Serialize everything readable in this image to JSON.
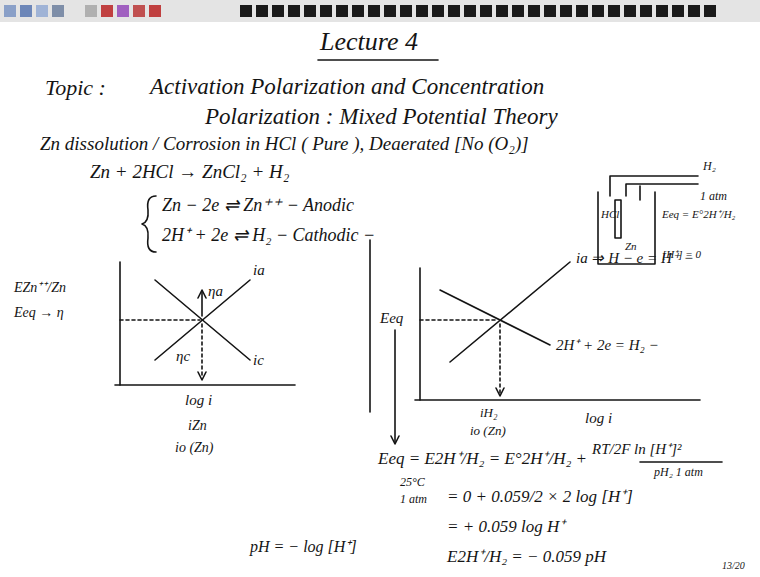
{
  "diagram": {
    "title": "Lecture 4",
    "labels": [
      "Topic :",
      "Activation Polarization and Concentration",
      "Polarization : Mixed Potential Theory",
      "Zn dissolution / Corrosion in HCl ( Pure ), Deaerated [No (O₂)]",
      "Zn + 2HCl → ZnCl₂ + H₂",
      "Zn − 2e ⇌ Zn⁺⁺ − Anodic",
      "2H⁺ + 2e ⇌ H₂ − Cathodic −",
      "H₂",
      "1 atm",
      "Eeq = E°2H⁺/H₂",
      "HCl",
      "Zn",
      "[H⁺] = 0",
      "EZn⁺⁺/Zn",
      "Eeq → η",
      "ηa",
      "ia",
      "ηc",
      "ic",
      "log i",
      "iZn",
      "io (Zn)",
      "Eeq",
      "ia ⇒ H − e = H⁺ −",
      "2H⁺ + 2e = H₂ −",
      "iH₂",
      "io (Zn)",
      "log i",
      "Eeq = E2H⁺/H₂ = E°2H⁺/H₂ +",
      "RT/2F ln [H⁺]²",
      "pH₂ 1 atm",
      "= 0 + 0.059/2 × 2 log [H⁺]",
      "= + 0.059 log H⁺",
      "E2H⁺/H₂ = − 0.059 pH",
      "25°C",
      "1 atm",
      "pH = − log [H⁺]",
      "13/20"
    ]
  }
}
